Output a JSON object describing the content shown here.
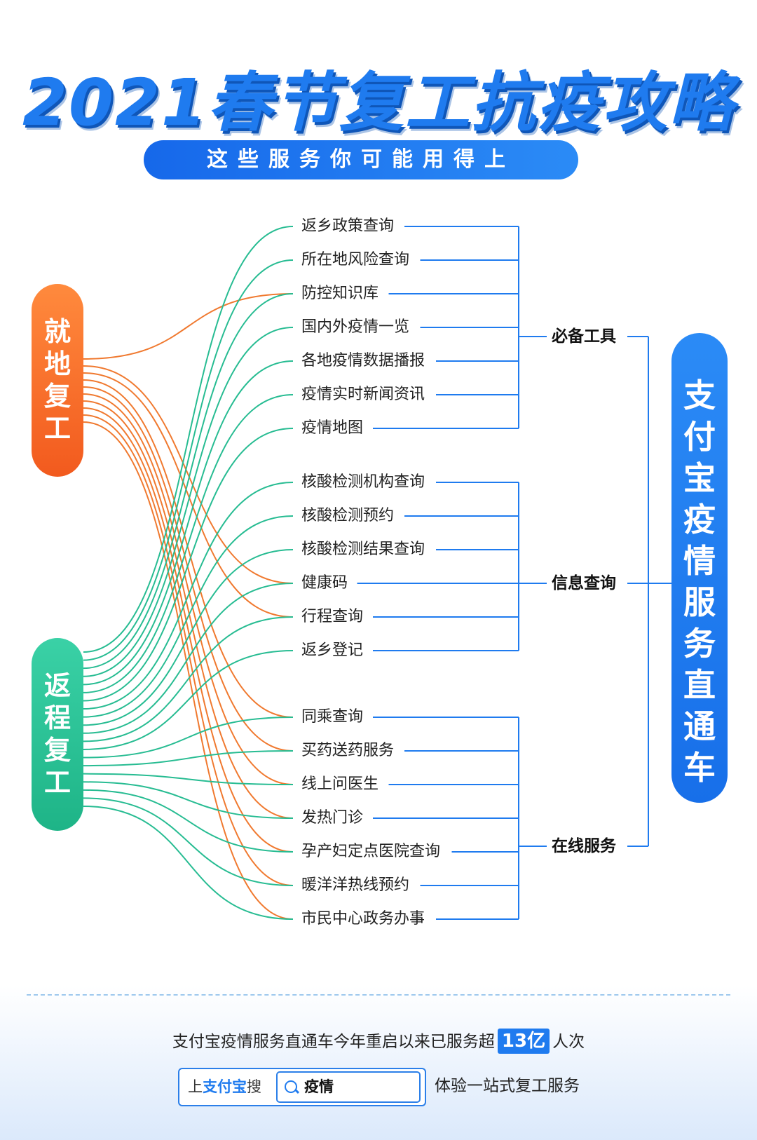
{
  "title": "2021春节复工抗疫攻略",
  "subtitle": "这些服务你可能用得上",
  "left_pills": [
    "就地复工",
    "返程复工"
  ],
  "right_pill": "支付宝疫情服务直通车",
  "groups": [
    {
      "name": "必备工具",
      "items": [
        "返乡政策查询",
        "所在地风险查询",
        "防控知识库",
        "国内外疫情一览",
        "各地疫情数据播报",
        "疫情实时新闻资讯",
        "疫情地图"
      ]
    },
    {
      "name": "信息查询",
      "items": [
        "核酸检测机构查询",
        "核酸检测预约",
        "核酸检测结果查询",
        "健康码",
        "行程查询",
        "返乡登记"
      ]
    },
    {
      "name": "在线服务",
      "items": [
        "同乘查询",
        "买药送药服务",
        "线上问医生",
        "发热门诊",
        "孕产妇定点医院查询",
        "暖洋洋热线预约",
        "市民中心政务办事"
      ]
    }
  ],
  "colors": {
    "orange": "#f0792f",
    "green": "#27bc92",
    "blue": "#1f7bef"
  },
  "footer": {
    "text_before": "支付宝疫情服务直通车今年重启以来已服务超",
    "highlight": "13亿",
    "text_after": "人次"
  },
  "search": {
    "prefix_1": "上",
    "brand": "支付宝",
    "prefix_2": "搜",
    "term": "疫情",
    "icon": "search-icon",
    "suffix": "体验一站式复工服务"
  }
}
